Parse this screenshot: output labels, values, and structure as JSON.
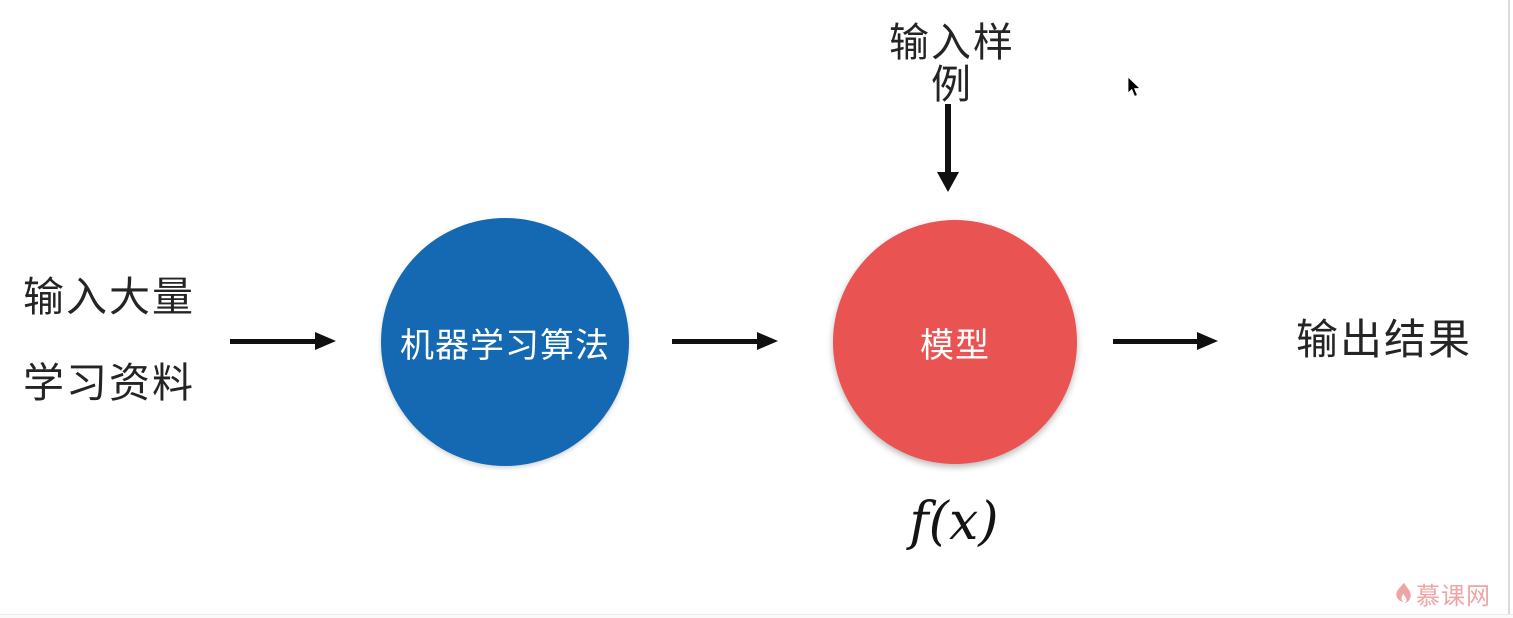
{
  "page": {
    "background_color": "#ffffff",
    "arrow_color": "#101010",
    "text_color": "#242424"
  },
  "diagram": {
    "input": {
      "line1": "输入大量",
      "line2": "学习资料"
    },
    "algorithm_node": {
      "label": "机器学习算法",
      "shape": "circle",
      "color": "#1569b3",
      "text_color": "#ffffff"
    },
    "model_node": {
      "label": "模型",
      "shape": "circle",
      "color": "#e95351",
      "text_color": "#ffffff"
    },
    "sample_input_label": "输入样例",
    "output_label": "输出结果",
    "function_label": "f(x)",
    "arrows": {
      "input_to_algorithm": "arrow-right",
      "algorithm_to_model": "arrow-right",
      "sample_to_model": "arrow-down",
      "model_to_output": "arrow-right"
    }
  },
  "cursor": {
    "type": "arrow-pointer",
    "color": "#000000"
  },
  "watermark": {
    "brand": "慕课网",
    "icon": "flame-icon",
    "color": "#eda5a5"
  }
}
